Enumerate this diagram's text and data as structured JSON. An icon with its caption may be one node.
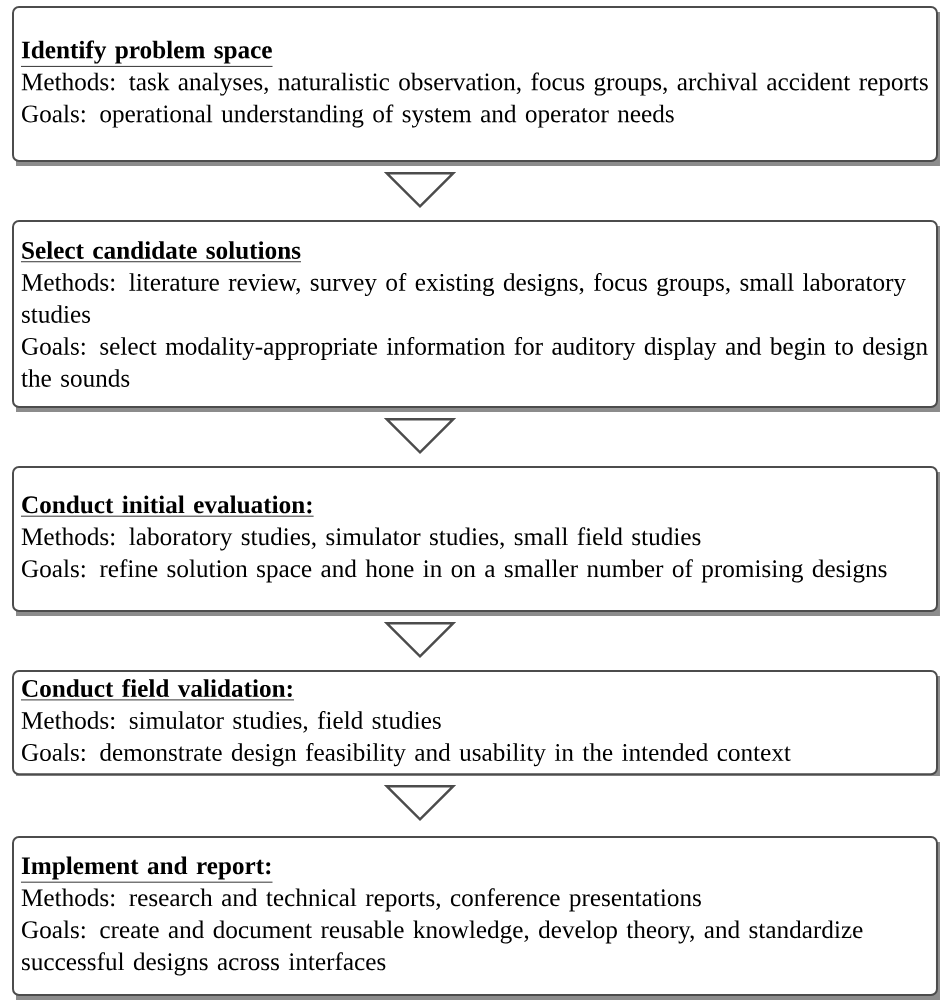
{
  "diagram": {
    "nodes": [
      {
        "text": [
          "Identify problem space",
          "Methods: task analyses, naturalistic observation, focus groups, archival accident reports",
          "Goals: operational understanding of system and operator needs"
        ]
      },
      {
        "text": [
          "Select candidate solutions",
          "Methods: literature review, survey of existing designs, focus groups, small laboratory studies",
          "Goals: select modality-appropriate information for auditory display and begin to design the sounds"
        ]
      },
      {
        "text": [
          "Conduct initial evaluation:",
          "Methods: laboratory studies, simulator studies, small field studies",
          "Goals: refine solution space and hone in on a smaller number of promising designs"
        ]
      },
      {
        "text": [
          "Conduct field validation:",
          "Methods: simulator studies, field studies",
          "Goals: demonstrate design feasibility and usability in the intended context"
        ]
      },
      {
        "text": [
          "Implement and report:",
          "Methods: research and technical reports, conference presentations",
          "Goals: create and document reusable knowledge, develop theory, and standardize successful designs across interfaces"
        ]
      }
    ],
    "edges": [
      {
        "from": 0,
        "to": 1,
        "arrow": "to"
      },
      {
        "from": 1,
        "to": 2,
        "arrow": "to"
      },
      {
        "from": 2,
        "to": 3,
        "arrow": "to"
      },
      {
        "from": 3,
        "to": 4,
        "arrow": "to"
      }
    ]
  }
}
